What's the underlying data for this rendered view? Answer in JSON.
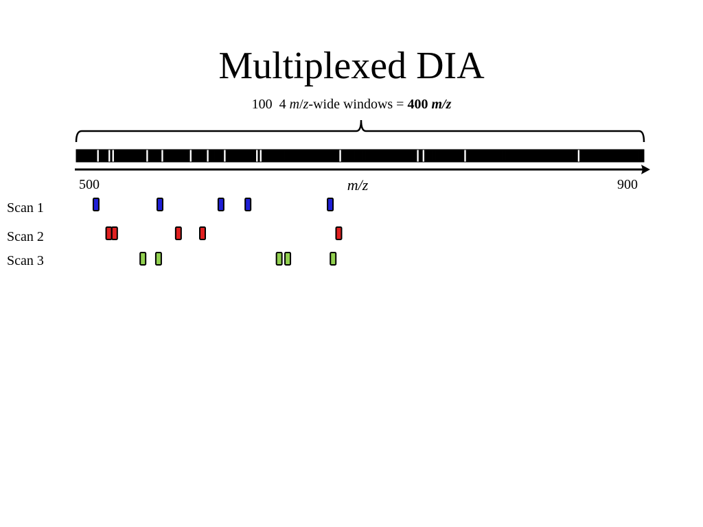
{
  "title": "Multiplexed DIA",
  "subtitle": {
    "count": "100",
    "width": "4",
    "mz_m": "m",
    "mz_sep": "/",
    "mz_z": "z",
    "suffix": "-wide windows = ",
    "total_value": "400",
    "total_unit": "m/z"
  },
  "axis": {
    "min_label": "500",
    "max_label": "900",
    "label": "m/z",
    "min": 500,
    "max": 900,
    "window_width": 4,
    "window_count": 100
  },
  "window_gaps_after": [
    11,
    17,
    19,
    37,
    45,
    60,
    69,
    78,
    95,
    97,
    139,
    180,
    183,
    205,
    265
  ],
  "scans": [
    {
      "label": "Scan 1",
      "color": "#1f1fd6",
      "windows": [
        514,
        559,
        602,
        621,
        679
      ]
    },
    {
      "label": "Scan 2",
      "color": "#e02020",
      "windows": [
        523,
        527,
        572,
        589,
        685
      ]
    },
    {
      "label": "Scan 3",
      "color": "#92d050",
      "windows": [
        547,
        558,
        643,
        649,
        681
      ]
    }
  ],
  "colors": {
    "window_outline": "#000000",
    "axis": "#000000"
  }
}
